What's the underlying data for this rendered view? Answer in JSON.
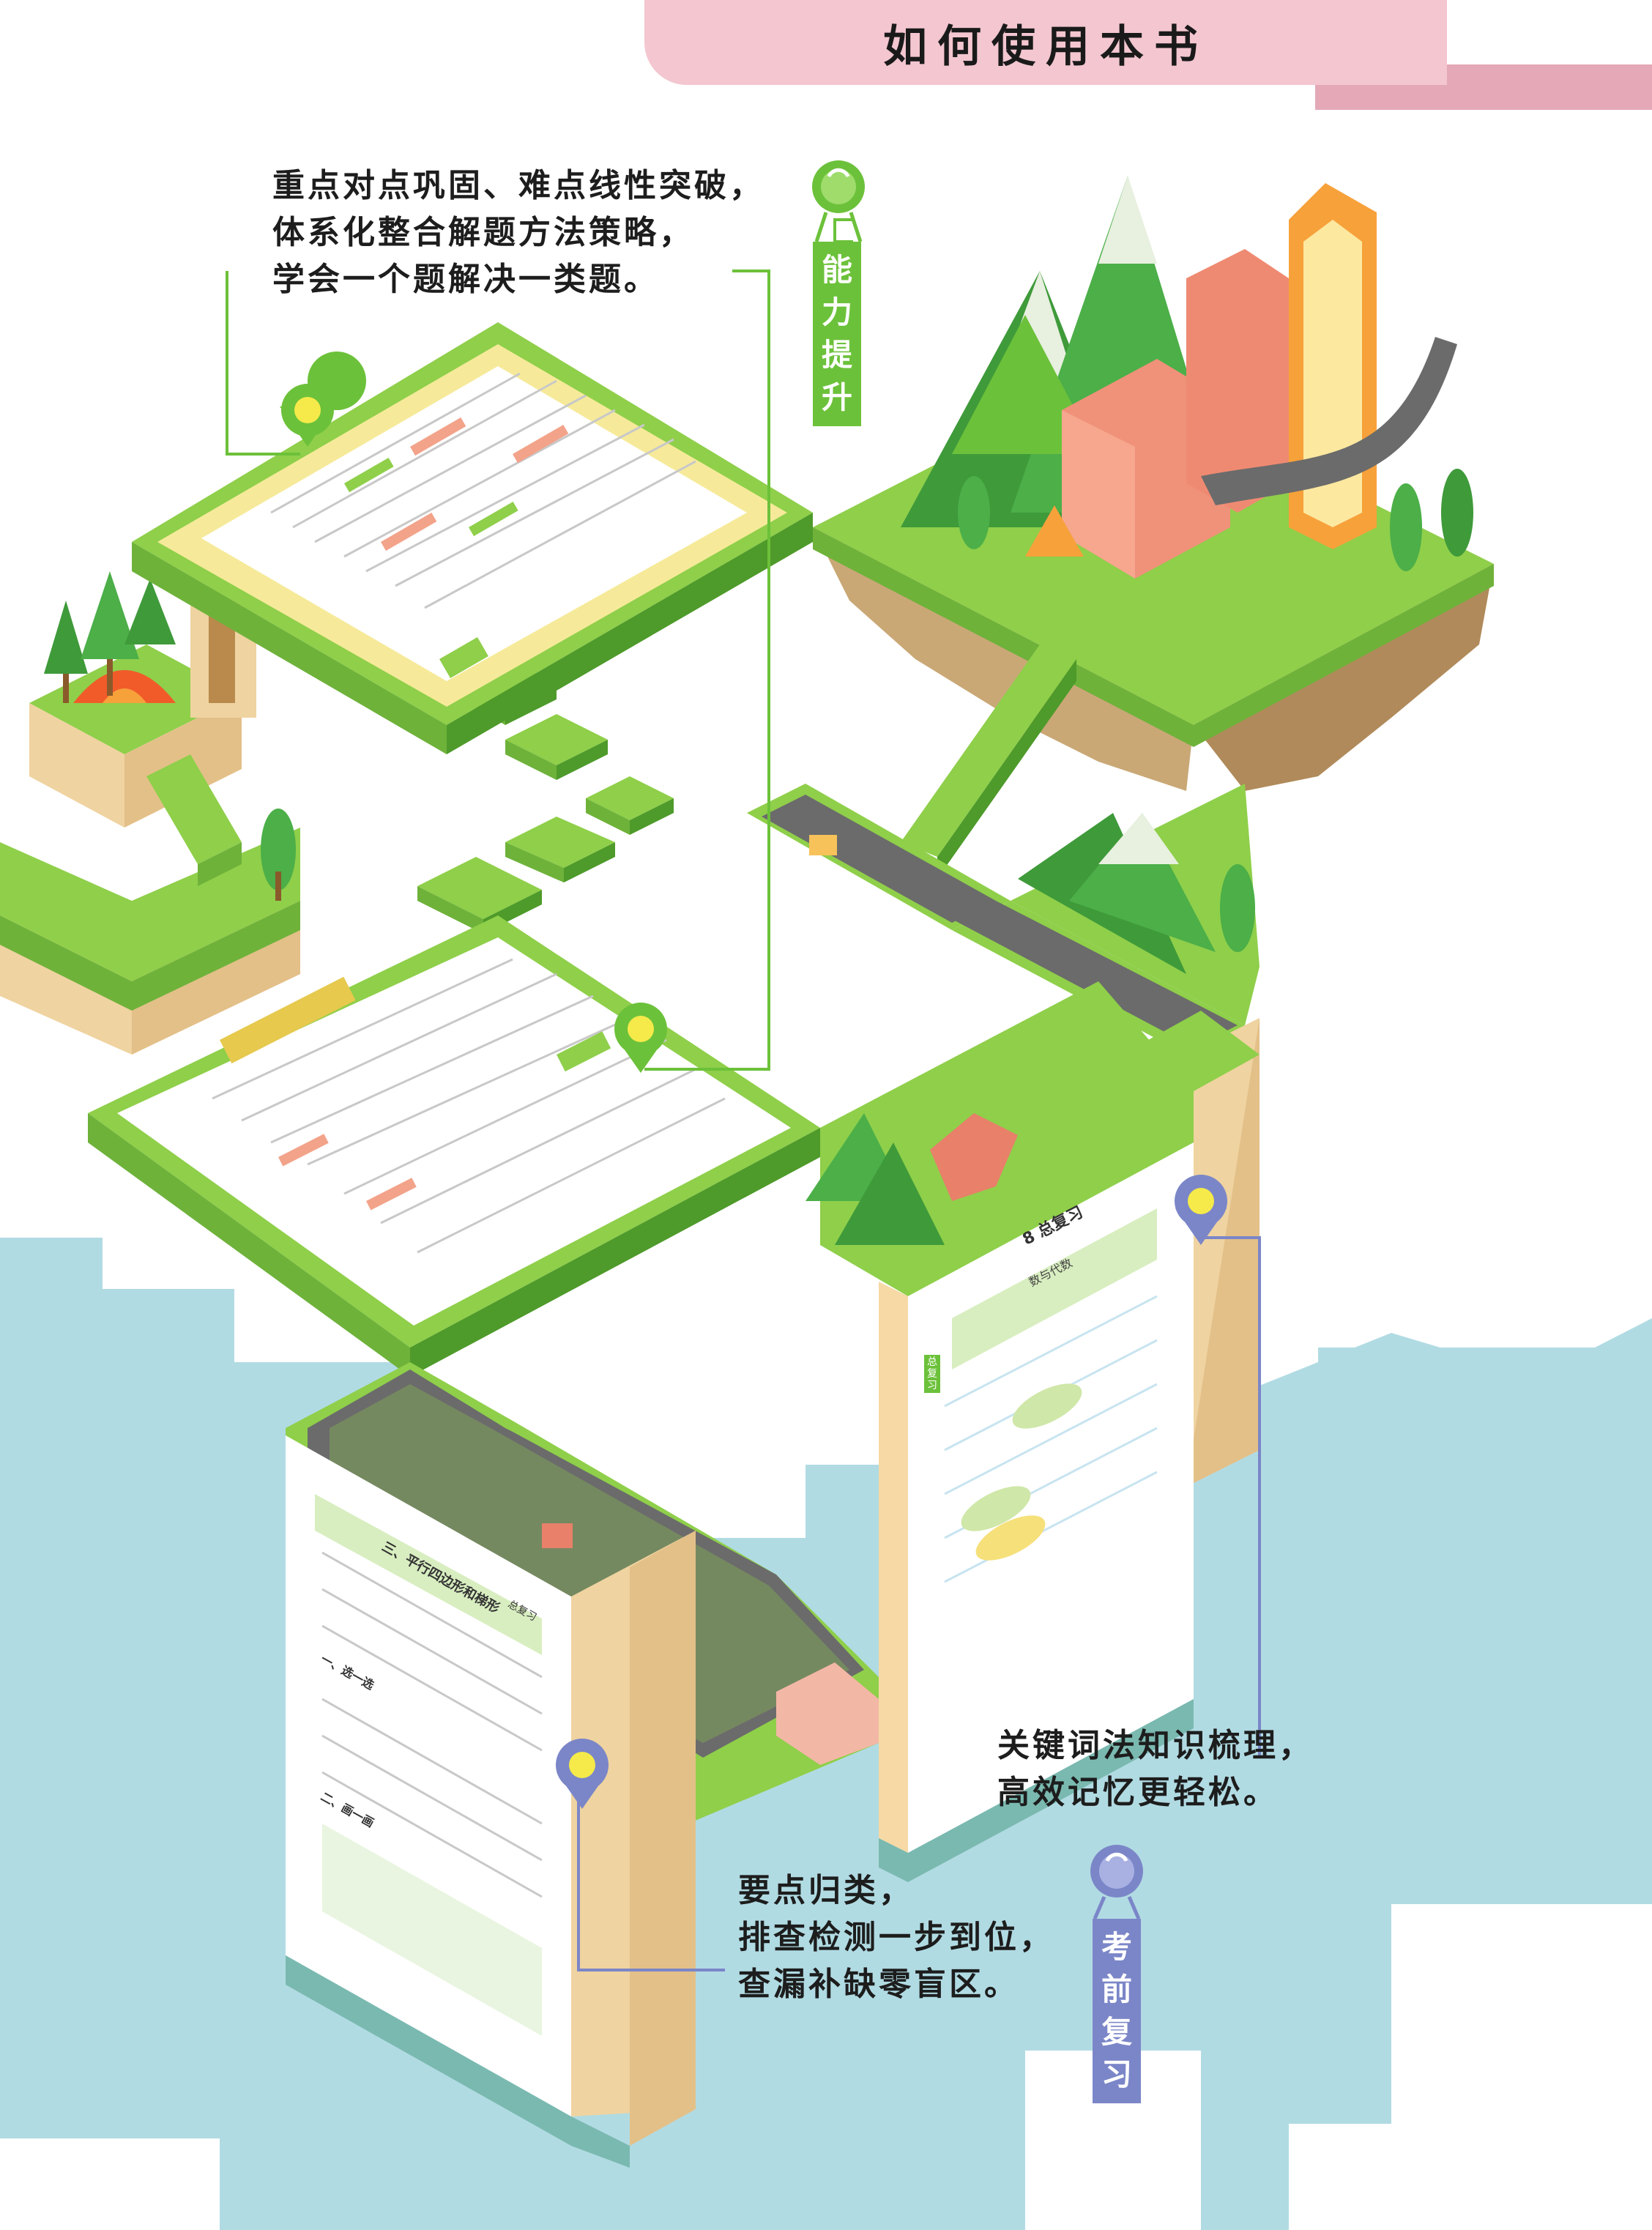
{
  "header": {
    "title": "如何使用本书"
  },
  "sections": [
    {
      "label_chars": [
        "能",
        "力",
        "提",
        "升"
      ],
      "label_color": "#6cc13a",
      "caption_lines": [
        "重点对点巩固、难点线性突破，",
        "体系化整合解题方法策略，",
        "学会一个题解决一类题。"
      ]
    },
    {
      "label_chars": [
        "考",
        "前",
        "复",
        "习"
      ],
      "label_color": "#7b86c8",
      "caption_lines_review": [
        "关键词法知识梳理，",
        "高效记忆更轻松。"
      ],
      "caption_lines_check": [
        "要点归类，",
        "排查检测一步到位，",
        "查漏补缺零盲区。"
      ]
    }
  ],
  "pages": {
    "review_title": "8 总复习",
    "review_subtitle": "数与代数",
    "review_side_tag": "总复习",
    "check_title": "三、平行四边形和梯形",
    "check_right_tag": "总复习",
    "check_section_one": "一、选一选",
    "check_section_two": "二、画一画"
  }
}
